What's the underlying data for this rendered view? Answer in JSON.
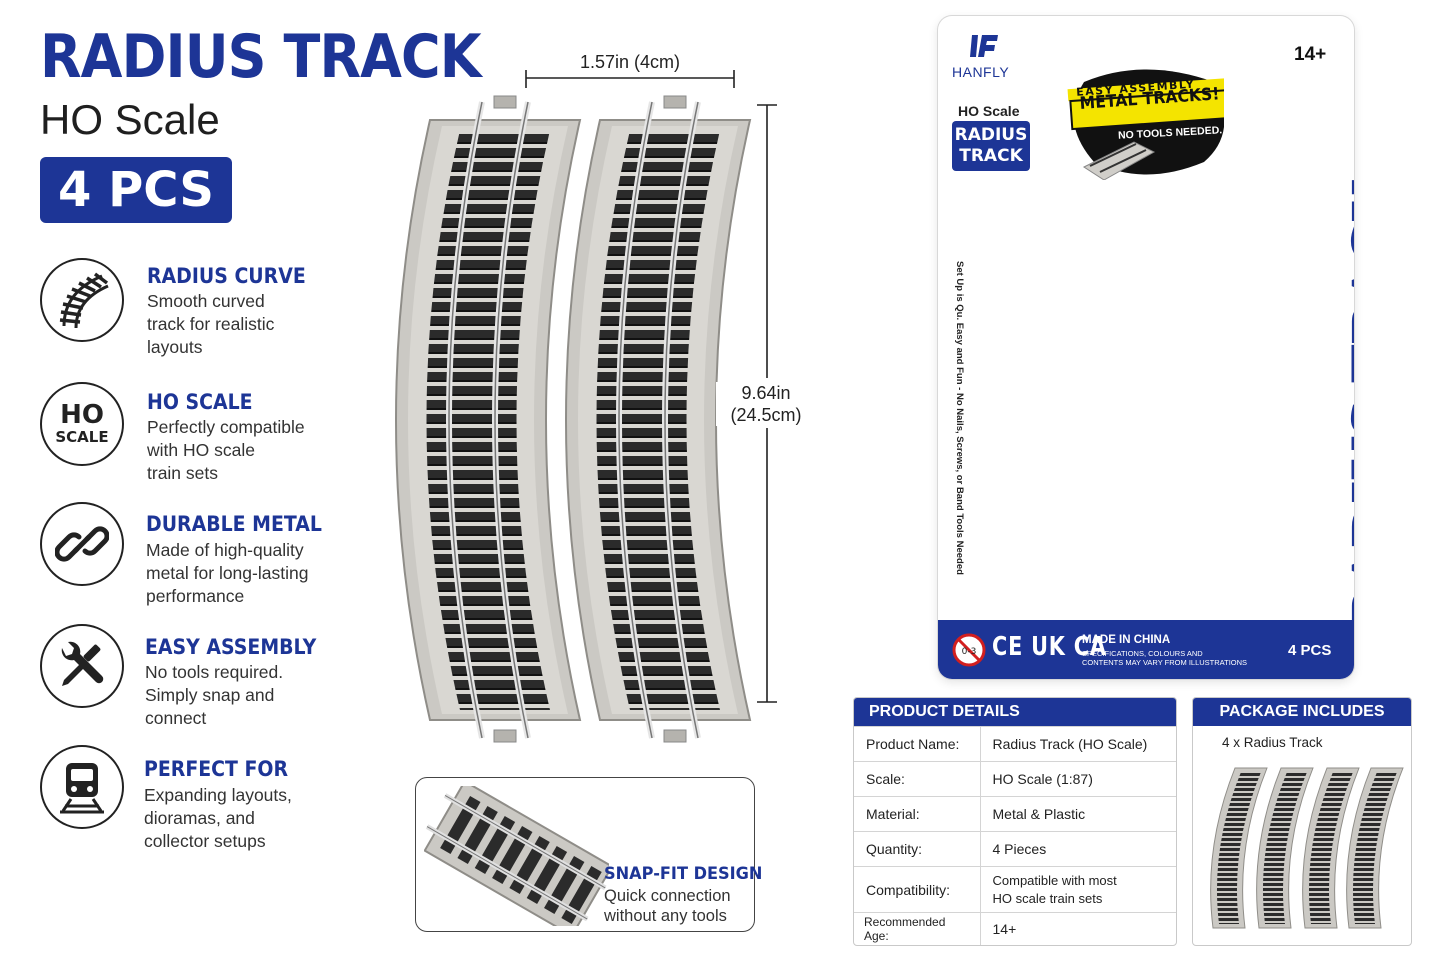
{
  "header": {
    "title": "RADIUS TRACK",
    "subtitle": "HO Scale",
    "badge": "4 PCS"
  },
  "features": [
    {
      "icon": "curved-track-icon",
      "title": "RADIUS CURVE",
      "desc": "Smooth curved\ntrack for realistic\nlayouts"
    },
    {
      "icon": "ho-scale-icon",
      "icon_text_top": "HO",
      "icon_text_bottom": "SCALE",
      "title": "HO SCALE",
      "desc": "Perfectly compatible\nwith HO scale\ntrain sets"
    },
    {
      "icon": "chain-link-icon",
      "title": "DURABLE METAL",
      "desc": "Made of high-quality\nmetal for long-lasting\nperformance"
    },
    {
      "icon": "wrench-screwdriver-icon",
      "title": "EASY ASSEMBLY",
      "desc": "No tools required.\nSimply snap and\nconnect"
    },
    {
      "icon": "train-icon",
      "title": "PERFECT FOR",
      "desc": "Expanding layouts,\ndioramas, and\ncollector setups"
    }
  ],
  "dimensions": {
    "width_label": "1.57in (4cm)",
    "length_label": "9.64in\n(24.5cm)"
  },
  "snap_fit": {
    "title": "SNAP-FIT DESIGN",
    "desc": "Quick connection\nwithout any tools"
  },
  "package": {
    "brand": "HANFLY",
    "age": "14+",
    "ho_label": "HO Scale",
    "radius_badge": "RADIUS\nTRACK",
    "sticker_top": "EASY ASSEMBLY",
    "sticker_main": "METAL TRACKS!",
    "sticker_bottom": "NO TOOLS NEEDED.",
    "vertical_title": "RADIUS TRACK",
    "vertical_text": "Set Up is Qu. Easy and Fun - No Nails, Screws, or Band Tools Needed",
    "footer_marks": "CE UK CA",
    "footer_made": "MADE IN CHINA",
    "footer_spec_1": "SPECIFICATIONS, COLOURS AND",
    "footer_spec_2": "CONTENTS MAY VARY FROM ILLUSTRATIONS",
    "footer_pcs": "4 PCS"
  },
  "product_details": {
    "heading": "PRODUCT DETAILS",
    "rows": [
      {
        "key": "Product Name:",
        "value": "Radius Track (HO Scale)"
      },
      {
        "key": "Scale:",
        "value": "HO Scale (1:87)"
      },
      {
        "key": "Material:",
        "value": "Metal & Plastic"
      },
      {
        "key": "Quantity:",
        "value": "4 Pieces"
      },
      {
        "key": "Compatibility:",
        "value": "Compatible with most\nHO scale train sets"
      },
      {
        "key": "Recommended Age:",
        "value": "14+"
      }
    ]
  },
  "package_includes": {
    "heading": "PACKAGE INCLUDES",
    "item": "4 x Radius Track"
  },
  "colors": {
    "brand_blue": "#1d3596",
    "sticker_yellow": "#f4e400",
    "track_gray": "#c9c7c2",
    "tie_black": "#2b2b2b"
  }
}
